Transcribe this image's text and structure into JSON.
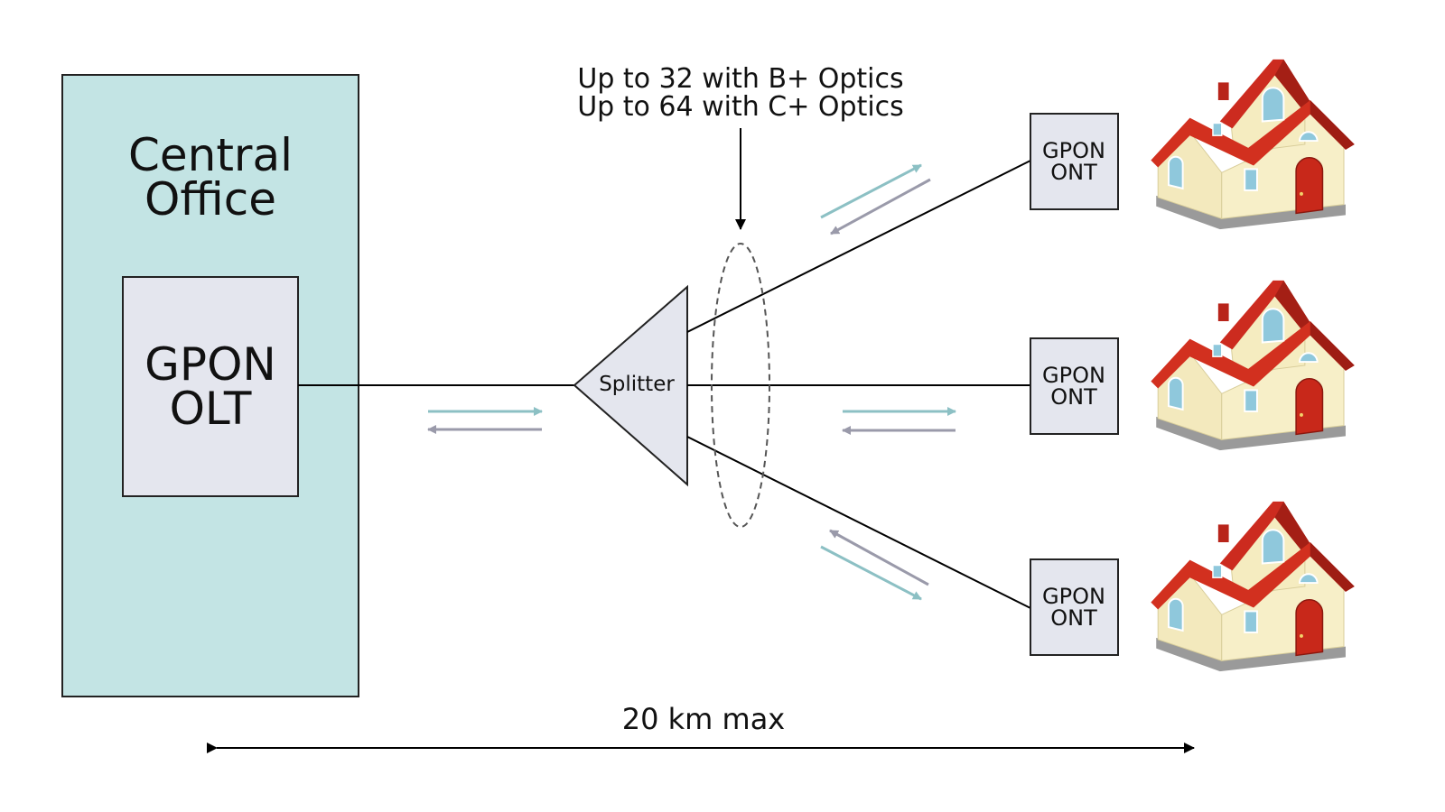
{
  "central_office": {
    "title_line1": "Central",
    "title_line2": "Office",
    "fill": "#c3e4e4"
  },
  "olt": {
    "line1": "GPON",
    "line2": "OLT",
    "fill": "#e4e6ee"
  },
  "splitter": {
    "label": "Splitter",
    "fill": "#e4e6ee"
  },
  "split_note": {
    "line1": "Up to 32 with B+ Optics",
    "line2": "Up to 64 with C+ Optics"
  },
  "onts": [
    {
      "line1": "GPON",
      "line2": "ONT"
    },
    {
      "line1": "GPON",
      "line2": "ONT"
    },
    {
      "line1": "GPON",
      "line2": "ONT"
    }
  ],
  "distance": {
    "label": "20 km max"
  },
  "colors": {
    "upstream_arrow": "#8cc0c4",
    "downstream_arrow": "#9a9aaa",
    "house_roof": "#cc2b1f",
    "house_wall": "#f5ecc0",
    "house_door": "#c8281a",
    "house_window": "#8fc8dc"
  },
  "icons": [
    "house-icon",
    "house-icon",
    "house-icon"
  ]
}
